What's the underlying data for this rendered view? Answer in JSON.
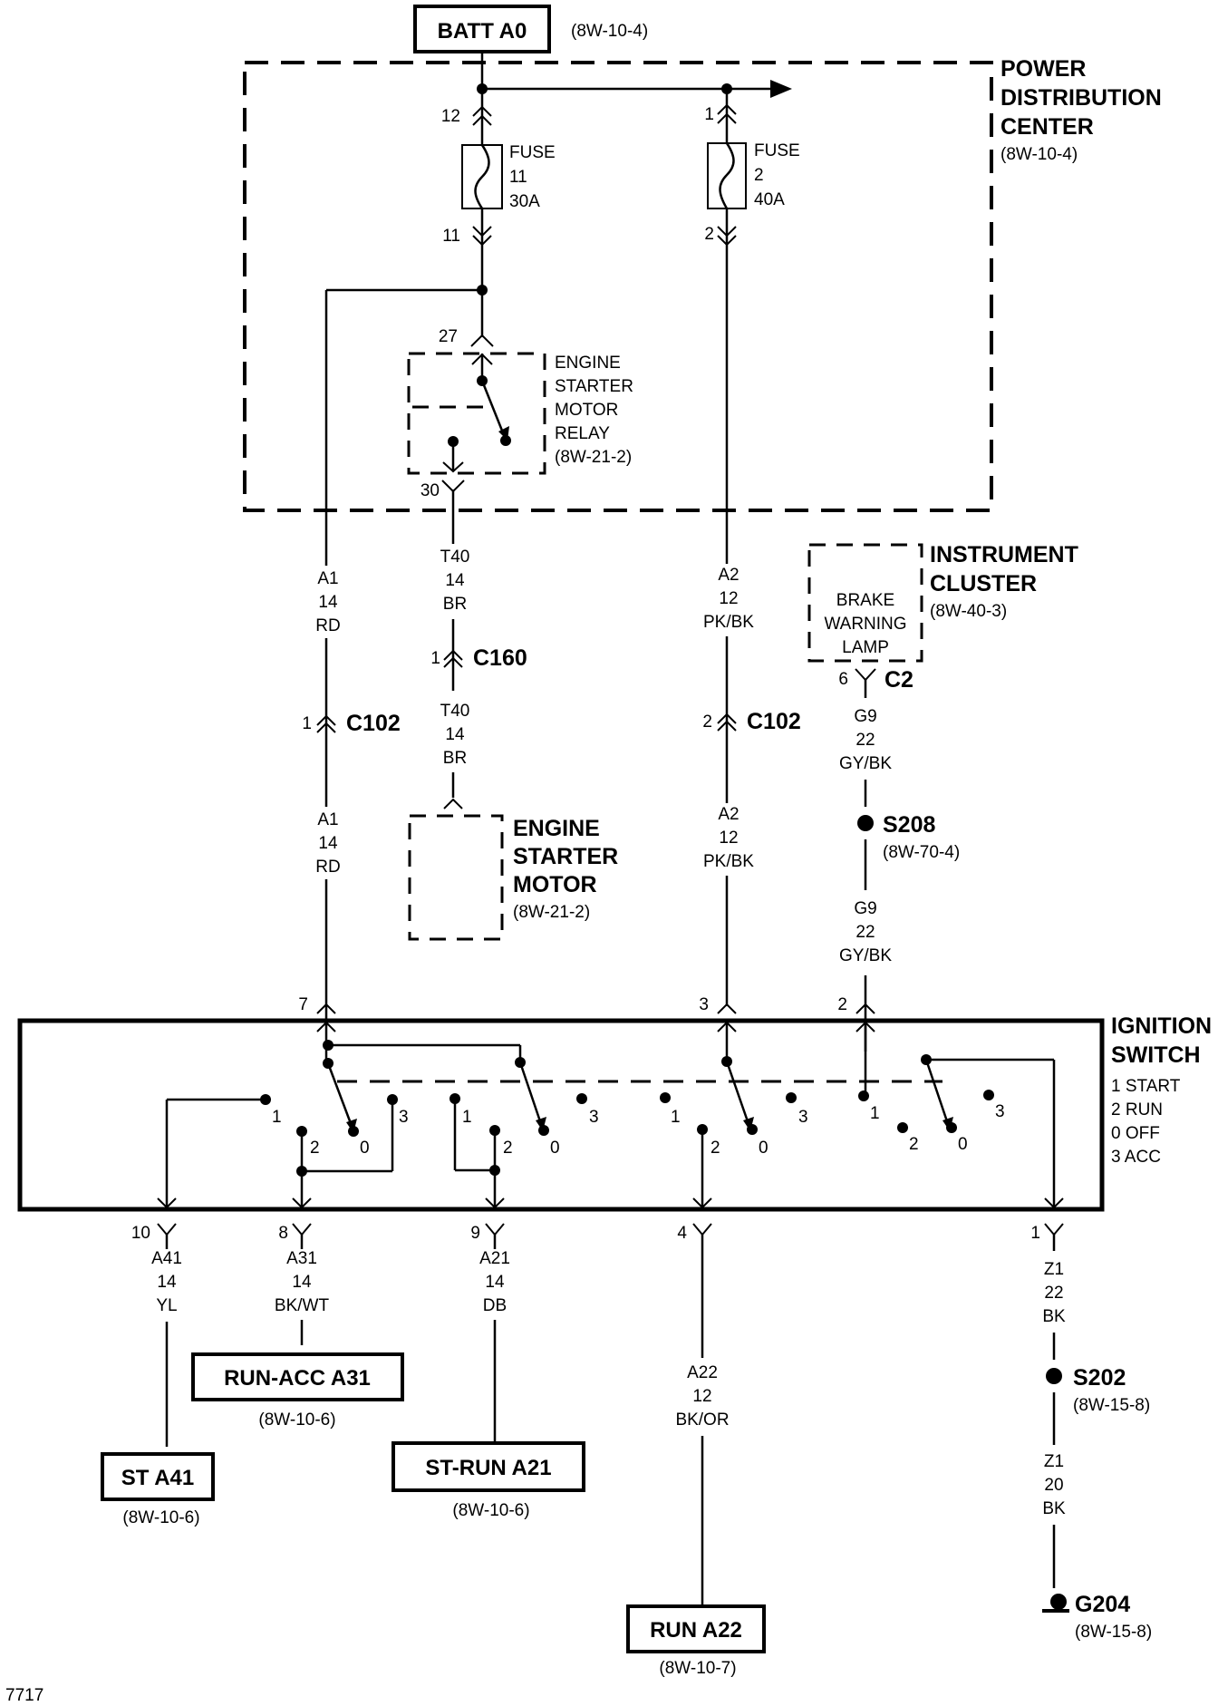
{
  "figure_id": "7717",
  "batt": {
    "label": "BATT A0",
    "ref": "(8W-10-4)"
  },
  "pdc": {
    "title": [
      "POWER",
      "DISTRIBUTION",
      "CENTER"
    ],
    "ref": "(8W-10-4)"
  },
  "fuse11": {
    "lines": [
      "FUSE",
      "11",
      "30A"
    ],
    "pin_in": "12",
    "pin_out": "11"
  },
  "fuse2": {
    "lines": [
      "FUSE",
      "2",
      "40A"
    ],
    "pin_in": "1",
    "pin_out": "2"
  },
  "relay": {
    "lines": [
      "ENGINE",
      "STARTER",
      "MOTOR",
      "RELAY",
      "(8W-21-2)"
    ],
    "pin_top": "27",
    "pin_bottom": "30"
  },
  "wires": {
    "a1_upper": [
      "A1",
      "14",
      "RD"
    ],
    "a1_lower": [
      "A1",
      "14",
      "RD"
    ],
    "t40_upper": [
      "T40",
      "14",
      "BR"
    ],
    "t40_lower": [
      "T40",
      "14",
      "BR"
    ],
    "a2_upper": [
      "A2",
      "12",
      "PK/BK"
    ],
    "a2_lower": [
      "A2",
      "12",
      "PK/BK"
    ],
    "g9_upper": [
      "G9",
      "22",
      "GY/BK"
    ],
    "g9_lower": [
      "G9",
      "22",
      "GY/BK"
    ],
    "a41": [
      "A41",
      "14",
      "YL"
    ],
    "a31": [
      "A31",
      "14",
      "BK/WT"
    ],
    "a21": [
      "A21",
      "14",
      "DB"
    ],
    "a22": [
      "A22",
      "12",
      "BK/OR"
    ],
    "z1_upper": [
      "Z1",
      "22",
      "BK"
    ],
    "z1_lower": [
      "Z1",
      "20",
      "BK"
    ]
  },
  "connectors": {
    "c102_a1": {
      "pin": "1",
      "name": "C102"
    },
    "c102_a2": {
      "pin": "2",
      "name": "C102"
    },
    "c160": {
      "pin": "1",
      "name": "C160"
    },
    "c2": {
      "pin": "6",
      "name": "C2"
    }
  },
  "cluster": {
    "title": [
      "INSTRUMENT",
      "CLUSTER"
    ],
    "ref": "(8W-40-3)",
    "lamp": [
      "BRAKE",
      "WARNING",
      "LAMP"
    ]
  },
  "starter_motor": {
    "title": [
      "ENGINE",
      "STARTER",
      "MOTOR"
    ],
    "ref": "(8W-21-2)"
  },
  "splices": {
    "s208": {
      "name": "S208",
      "ref": "(8W-70-4)"
    },
    "s202": {
      "name": "S202",
      "ref": "(8W-15-8)"
    }
  },
  "ground": {
    "name": "G204",
    "ref": "(8W-15-8)"
  },
  "ignition": {
    "title": [
      "IGNITION",
      "SWITCH"
    ],
    "legend": [
      "1 START",
      "2 RUN",
      "0 OFF",
      "3 ACC"
    ],
    "top_pins": [
      "7",
      "3",
      "2"
    ],
    "bottom_pins": [
      "10",
      "8",
      "9",
      "4",
      "1"
    ],
    "pos_labels": {
      "one": "1",
      "two": "2",
      "zero": "0",
      "three": "3"
    }
  },
  "outputs": {
    "run_acc": {
      "label": "RUN-ACC A31",
      "ref": "(8W-10-6)"
    },
    "st": {
      "label": "ST A41",
      "ref": "(8W-10-6)"
    },
    "st_run": {
      "label": "ST-RUN A21",
      "ref": "(8W-10-6)"
    },
    "run": {
      "label": "RUN A22",
      "ref": "(8W-10-7)"
    }
  }
}
